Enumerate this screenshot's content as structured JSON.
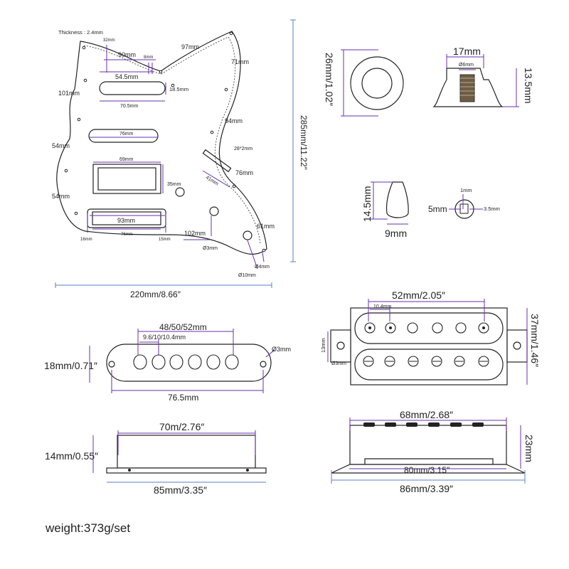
{
  "pickguard": {
    "thickness": "Thickness : 2.4mm",
    "d32": "32mm",
    "d90": "90mm",
    "d8": "8mm",
    "d97": "97mm",
    "d71": "71mm",
    "d54_5": "54.5mm",
    "d18_5": "18.5mm",
    "d101": "101mm",
    "d70_5": "70.5mm",
    "d94": "94mm",
    "d76a": "76mm",
    "d54a": "54mm",
    "d28x2": "28*2mm",
    "d41": "41mm",
    "d76b": "76mm",
    "d69": "69mm",
    "d35": "35mm",
    "d54b": "54mm",
    "d93": "93mm",
    "d16": "16mm",
    "d76c": "76mm",
    "d15": "15mm",
    "d102": "102mm",
    "d61": "61mm",
    "phi3": "Ø3mm",
    "phi4": "Ø4mm",
    "phi10": "Ø10mm",
    "height": "285mm/11.22″",
    "width": "220mm/8.66″"
  },
  "knob": {
    "height": "26mm/1.02″",
    "width": "17mm",
    "bore": "Ø6mm",
    "depth": "13.5mm"
  },
  "switch_tip": {
    "height": "14.5mm",
    "width": "9mm",
    "d1": "1mm",
    "d5": "5mm",
    "d3_5": "3.5mm"
  },
  "single_coil": {
    "spacing": "48/50/52mm",
    "pole": "9.6/10/10.4mm",
    "hole": "Ø3mm",
    "height": "18mm/0.71″",
    "length": "76.5mm"
  },
  "single_side": {
    "top": "70m/2.76″",
    "height": "14mm/0.55″",
    "length": "85mm/3.35″"
  },
  "humbucker": {
    "spacing": "52mm/2.05″",
    "pole": "10.4mm",
    "d13": "13mm",
    "hole": "Ø3mm",
    "height": "37mm/1.46″"
  },
  "hum_side": {
    "top": "68mm/2.68″",
    "height": "23mm",
    "base": "80mm/3.15″",
    "length": "86mm/3.39″"
  },
  "weight": "weight:373g/set"
}
